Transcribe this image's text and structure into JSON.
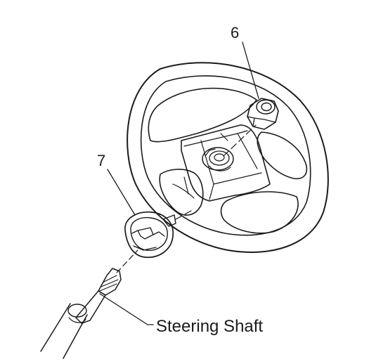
{
  "callouts": {
    "nut": "6",
    "cap": "7"
  },
  "labels": {
    "steering_shaft": "Steering Shaft"
  }
}
